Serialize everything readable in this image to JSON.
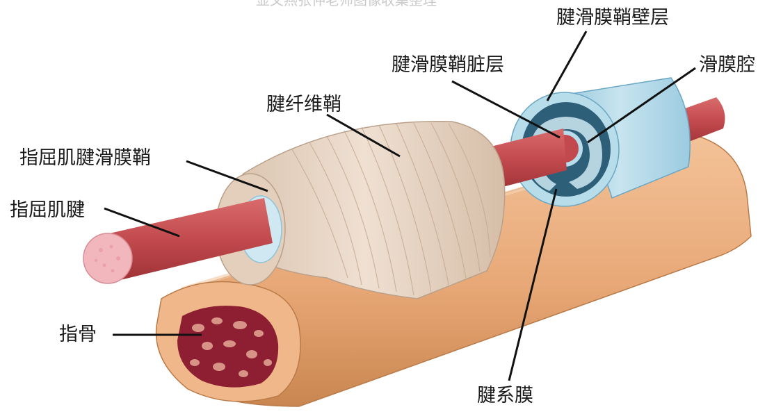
{
  "watermark": "显文燕张仲老师图像收集整理",
  "labels": {
    "wall_layer": "腱滑膜鞘壁层",
    "visceral_layer": "腱滑膜鞘脏层",
    "synovial_cavity": "滑膜腔",
    "fibrous_sheath": "腱纤维鞘",
    "flexor_tendon_sheath": "指屈肌腱滑膜鞘",
    "flexor_tendon": "指屈肌腱",
    "phalanx": "指骨",
    "mesotendon": "腱系膜"
  },
  "colors": {
    "bone": "#e8a877",
    "bone_dark": "#c97f4d",
    "marrow": "#8e1f33",
    "tendon": "#c24a4e",
    "tendon_cut": "#f2b7bd",
    "fibrous": "#e8d6c5",
    "synovial_outer": "#a9d3e4",
    "synovial_dark": "#2d5f78",
    "leader": "#111111"
  }
}
